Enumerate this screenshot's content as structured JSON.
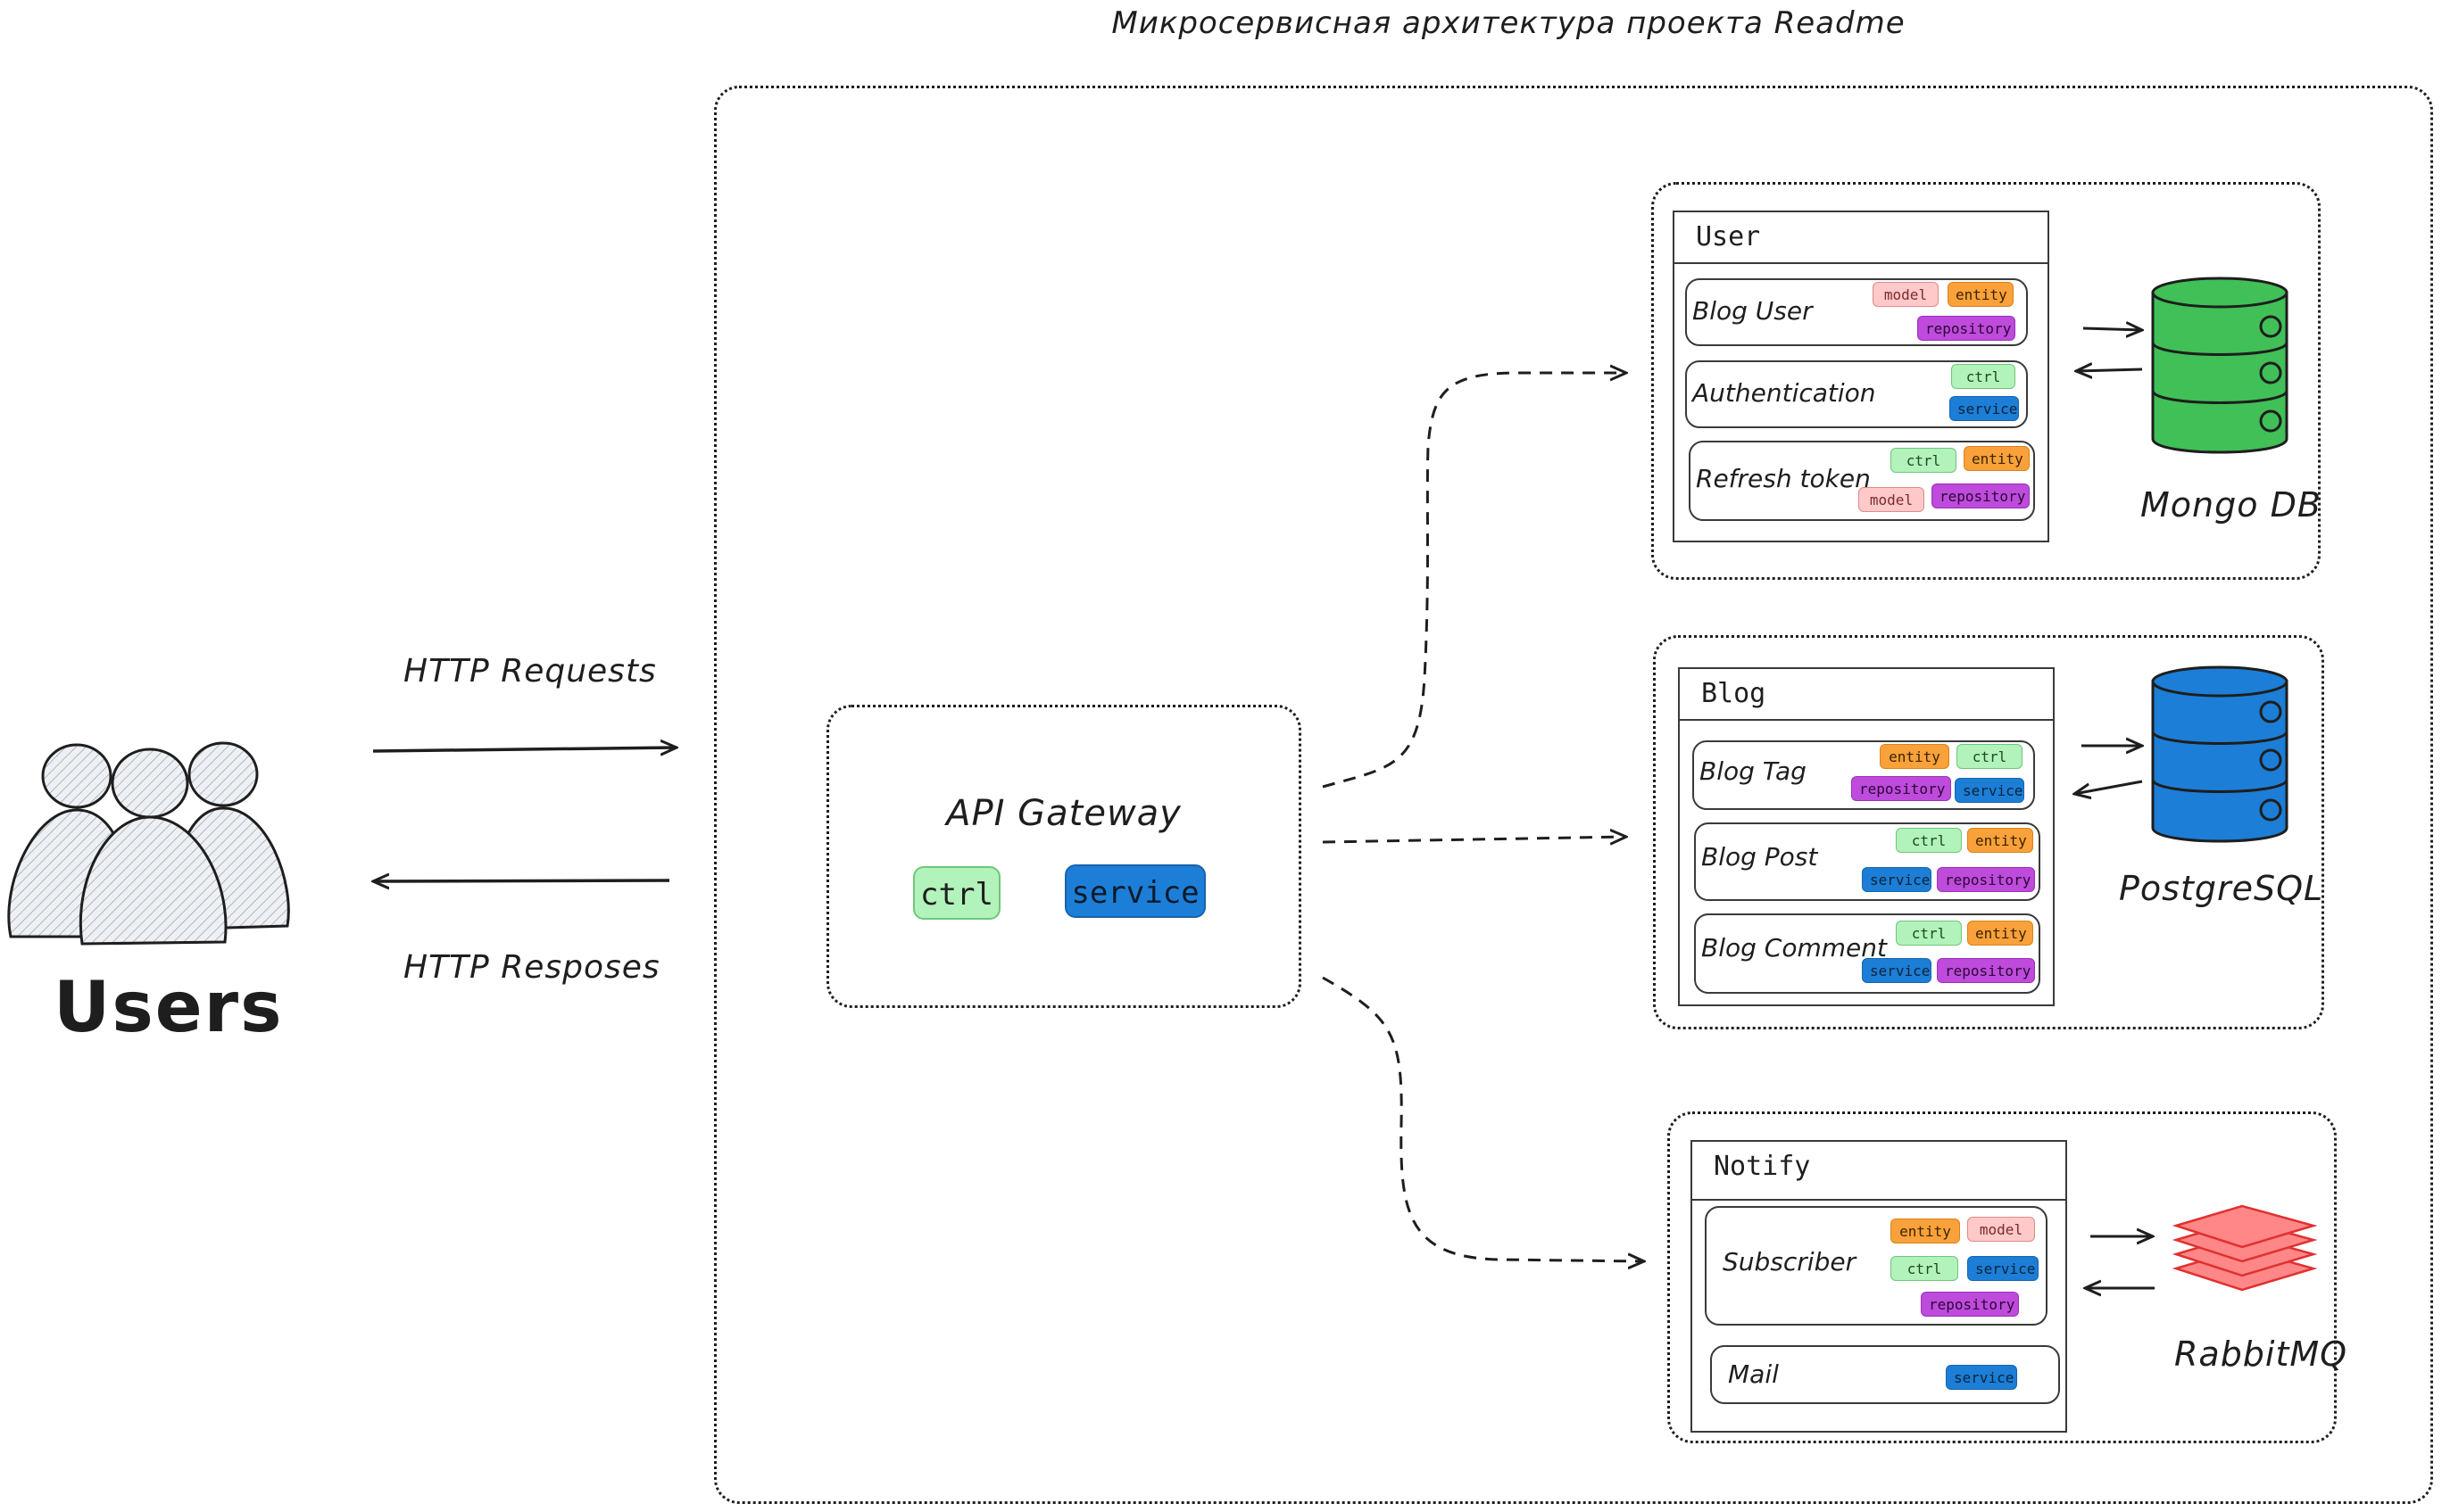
{
  "title": "Микросервисная архитектура проекта Readme",
  "users": {
    "label": "Users"
  },
  "arrows": {
    "requests": "HTTP Requests",
    "responses": "HTTP Resposes"
  },
  "gateway": {
    "label": "API Gateway",
    "chips": [
      "ctrl",
      "service"
    ]
  },
  "services": [
    {
      "title": "User",
      "modules": [
        {
          "label": "Blog User",
          "chips": [
            "model",
            "entity",
            "repository"
          ]
        },
        {
          "label": "Authentication",
          "chips": [
            "ctrl",
            "service"
          ]
        },
        {
          "label": "Refresh token",
          "chips": [
            "ctrl",
            "entity",
            "model",
            "repository"
          ]
        }
      ],
      "database": {
        "label": "Mongo DB",
        "color": "#40c057"
      }
    },
    {
      "title": "Blog",
      "modules": [
        {
          "label": "Blog Tag",
          "chips": [
            "entity",
            "ctrl",
            "repository",
            "service"
          ]
        },
        {
          "label": "Blog Post",
          "chips": [
            "ctrl",
            "entity",
            "service",
            "repository"
          ]
        },
        {
          "label": "Blog Comment",
          "chips": [
            "ctrl",
            "entity",
            "service",
            "repository"
          ]
        }
      ],
      "database": {
        "label": "PostgreSQL",
        "color": "#1c7ed6"
      }
    },
    {
      "title": "Notify",
      "modules": [
        {
          "label": "Subscriber",
          "chips": [
            "entity",
            "model",
            "ctrl",
            "service",
            "repository"
          ]
        },
        {
          "label": "Mail",
          "chips": [
            "service"
          ]
        }
      ],
      "database": {
        "label": "RabbitMQ",
        "color": "#ff8787"
      }
    }
  ],
  "colors": {
    "model": "#ffc9c9",
    "entity": "#f9a13a",
    "repository": "#be4bdb",
    "ctrl": "#b2f2bb",
    "service": "#1c7ed6"
  }
}
